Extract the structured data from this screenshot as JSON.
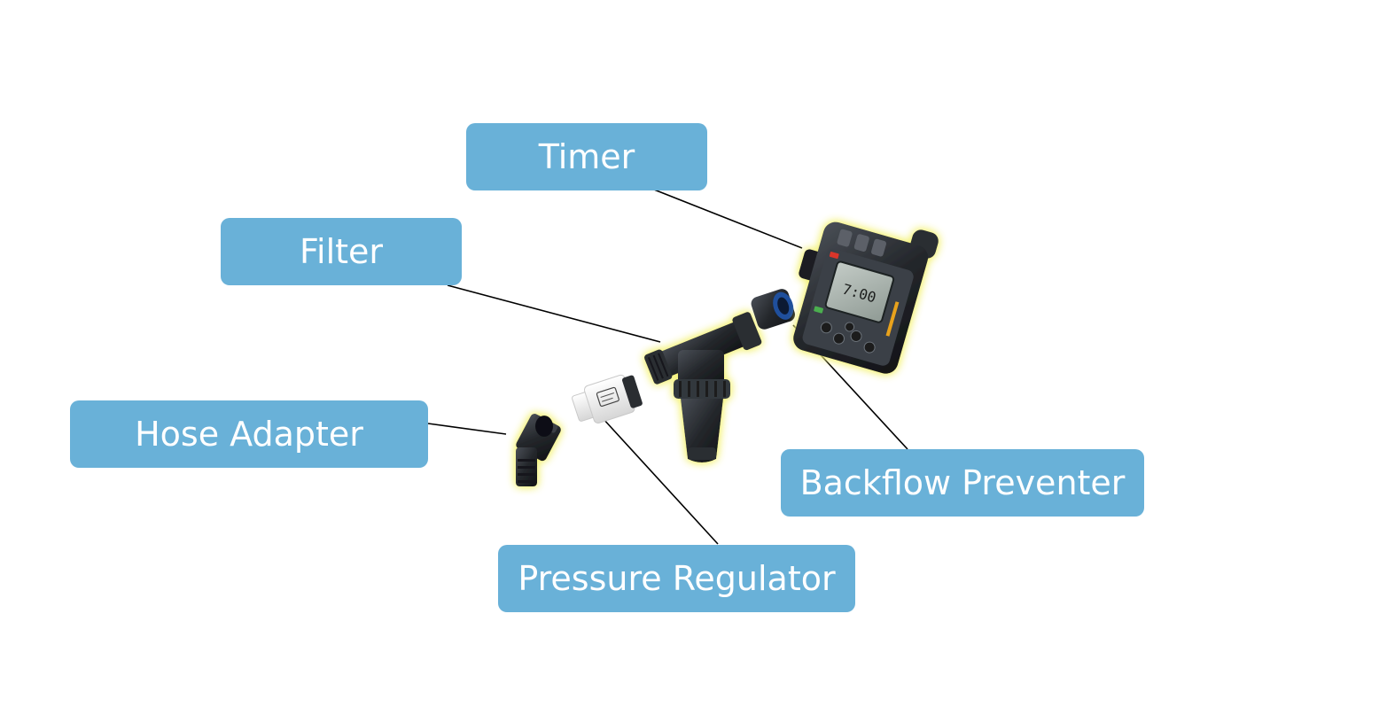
{
  "labels": {
    "timer": "Timer",
    "filter": "Filter",
    "hose_adapter": "Hose Adapter",
    "backflow_preventer": "Backflow Preventer",
    "pressure_regulator": "Pressure Regulator"
  },
  "timer_display": "7:00",
  "colors": {
    "label_fill": "#69b1d8",
    "label_text": "#ffffff",
    "leader_line": "#000000",
    "part_body": "#2b2e33",
    "highlight_glow": "#f4f27a",
    "regulator_body": "#f2f2f2",
    "backflow_ring": "#1f4f9c",
    "timer_screen": "#a9b3ad"
  }
}
